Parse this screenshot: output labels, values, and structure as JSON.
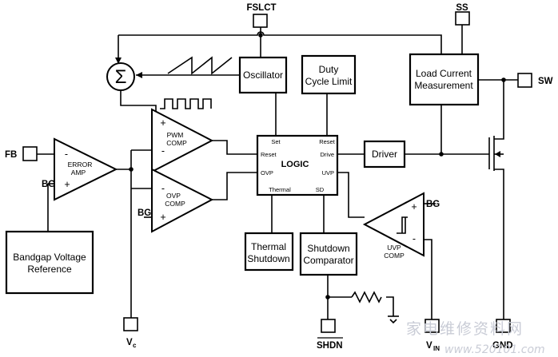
{
  "pins": {
    "fslct": "FSLCT",
    "ss": "SS",
    "sw": "SW",
    "fb": "FB",
    "bg_left": "BG",
    "bg_ovp": "BG",
    "bg_uvp": "BG",
    "vc": "V",
    "vc_sub": "c",
    "shdn": "SHDN",
    "vin": "V",
    "vin_sub": "IN",
    "gnd": "GND"
  },
  "blocks": {
    "oscillator": "Oscillator",
    "duty_line1": "Duty",
    "duty_line2": "Cycle Limit",
    "load_line1": "Load Current",
    "load_line2": "Measurement",
    "driver": "Driver",
    "thermal_line1": "Thermal",
    "thermal_line2": "Shutdown",
    "shutdown_line1": "Shutdown",
    "shutdown_line2": "Comparator",
    "bandgap_line1": "Bandgap Voltage",
    "bandgap_line2": "Reference"
  },
  "logic": {
    "title": "LOGIC",
    "set": "Set",
    "reset_top": "Reset",
    "reset_left": "Reset",
    "drive": "Drive",
    "ovp": "OVP",
    "uvp": "UVP",
    "thermal": "Thermal",
    "sd": "SD"
  },
  "amps": {
    "error_line1": "ERROR",
    "error_line2": "AMP",
    "pwm_line1": "PWM",
    "pwm_line2": "COMP",
    "ovp_line1": "OVP",
    "ovp_line2": "COMP",
    "uvp_line1": "UVP",
    "uvp_line2": "COMP",
    "plus": "+",
    "minus": "-"
  },
  "summer_symbol": "Σ",
  "watermark": {
    "line1": "家电维修资料网",
    "line2": "www.520101.com"
  }
}
